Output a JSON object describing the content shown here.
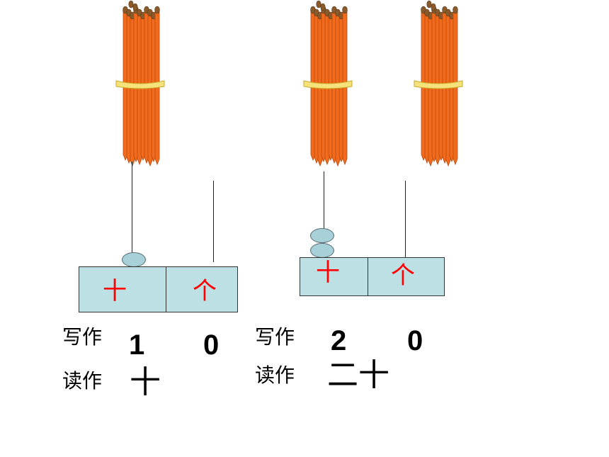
{
  "colors": {
    "stick": "#f26a1b",
    "stick_edge": "#b84a0e",
    "stick_head": "#8a5a2b",
    "band": "#f5e27a",
    "box_fill": "#bde0e5",
    "bead_fill": "#a8d0d8",
    "place_label": "#ff0000"
  },
  "left": {
    "abacus": {
      "tens_label": "十",
      "ones_label": "个",
      "tens_beads": 1,
      "ones_beads": 0
    },
    "write_label": "写作",
    "write_tens": "1",
    "write_ones": "0",
    "read_label": "读作",
    "read_value": "十"
  },
  "right": {
    "abacus": {
      "tens_label": "十",
      "ones_label": "个",
      "tens_beads": 2,
      "ones_beads": 0
    },
    "write_label": "写作",
    "write_tens": "2",
    "write_ones": "0",
    "read_label": "读作",
    "read_value": "二十"
  },
  "bundles": {
    "count": 3,
    "icon": "stick-bundle-icon"
  }
}
